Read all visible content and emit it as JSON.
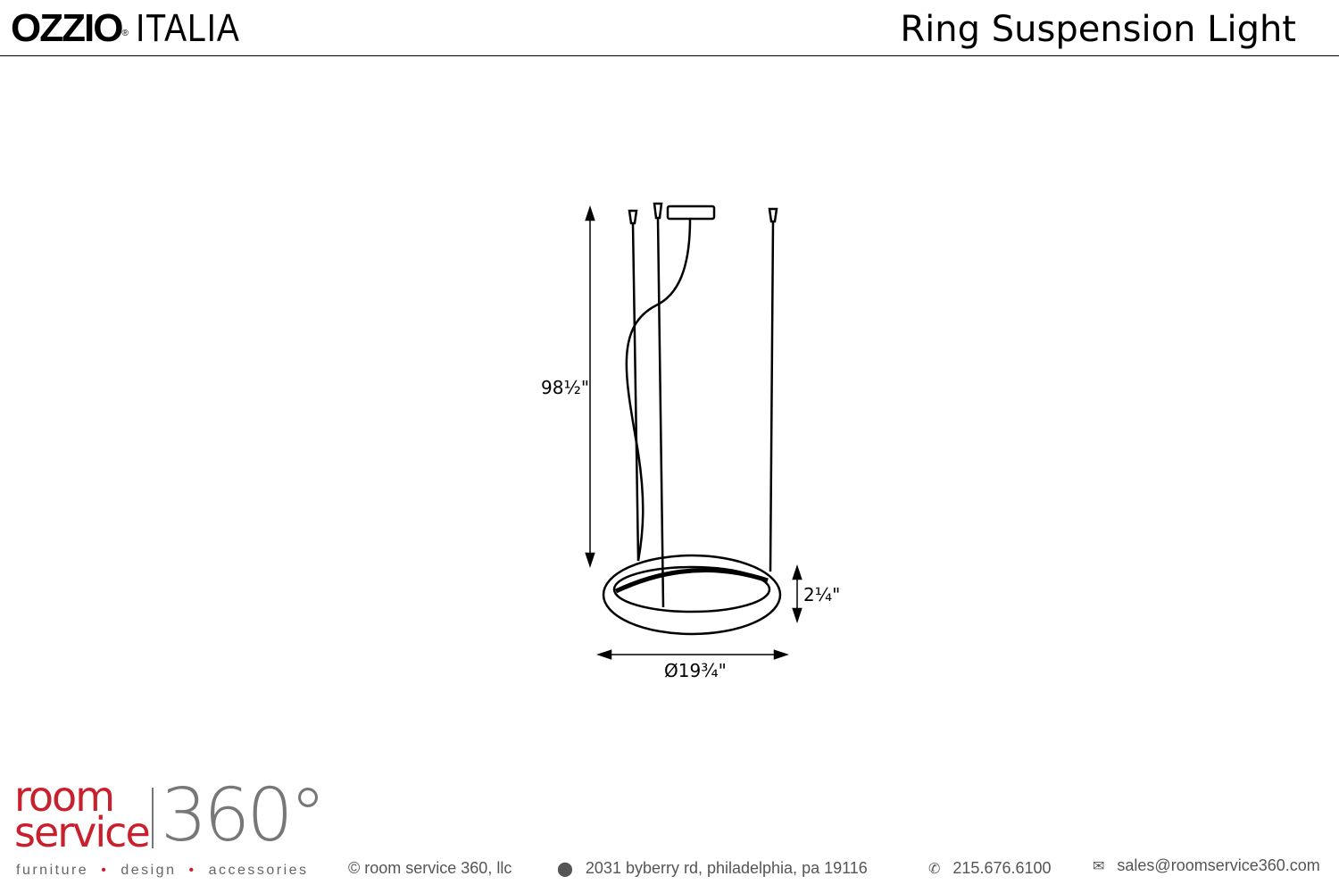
{
  "header": {
    "brand_bold": "OZZIO",
    "brand_light": "ITALIA",
    "brand_reg": "®",
    "title": "Ring Suspension Light"
  },
  "dimensions": {
    "height": "98½\"",
    "ring_height": "2¼\"",
    "diameter": "Ø19¾\""
  },
  "footer": {
    "logo_room": "room",
    "logo_service": "service",
    "logo_360": "360°",
    "tagline": [
      "furniture",
      "design",
      "accessories"
    ],
    "copyright": "© room service 360, llc",
    "address": "2031 byberry rd, philadelphia, pa 19116",
    "phone": "215.676.6100",
    "email": "sales@roomservice360.com",
    "icons": {
      "address": "map-pin-icon",
      "phone": "phone-icon",
      "email": "envelope-icon"
    }
  }
}
